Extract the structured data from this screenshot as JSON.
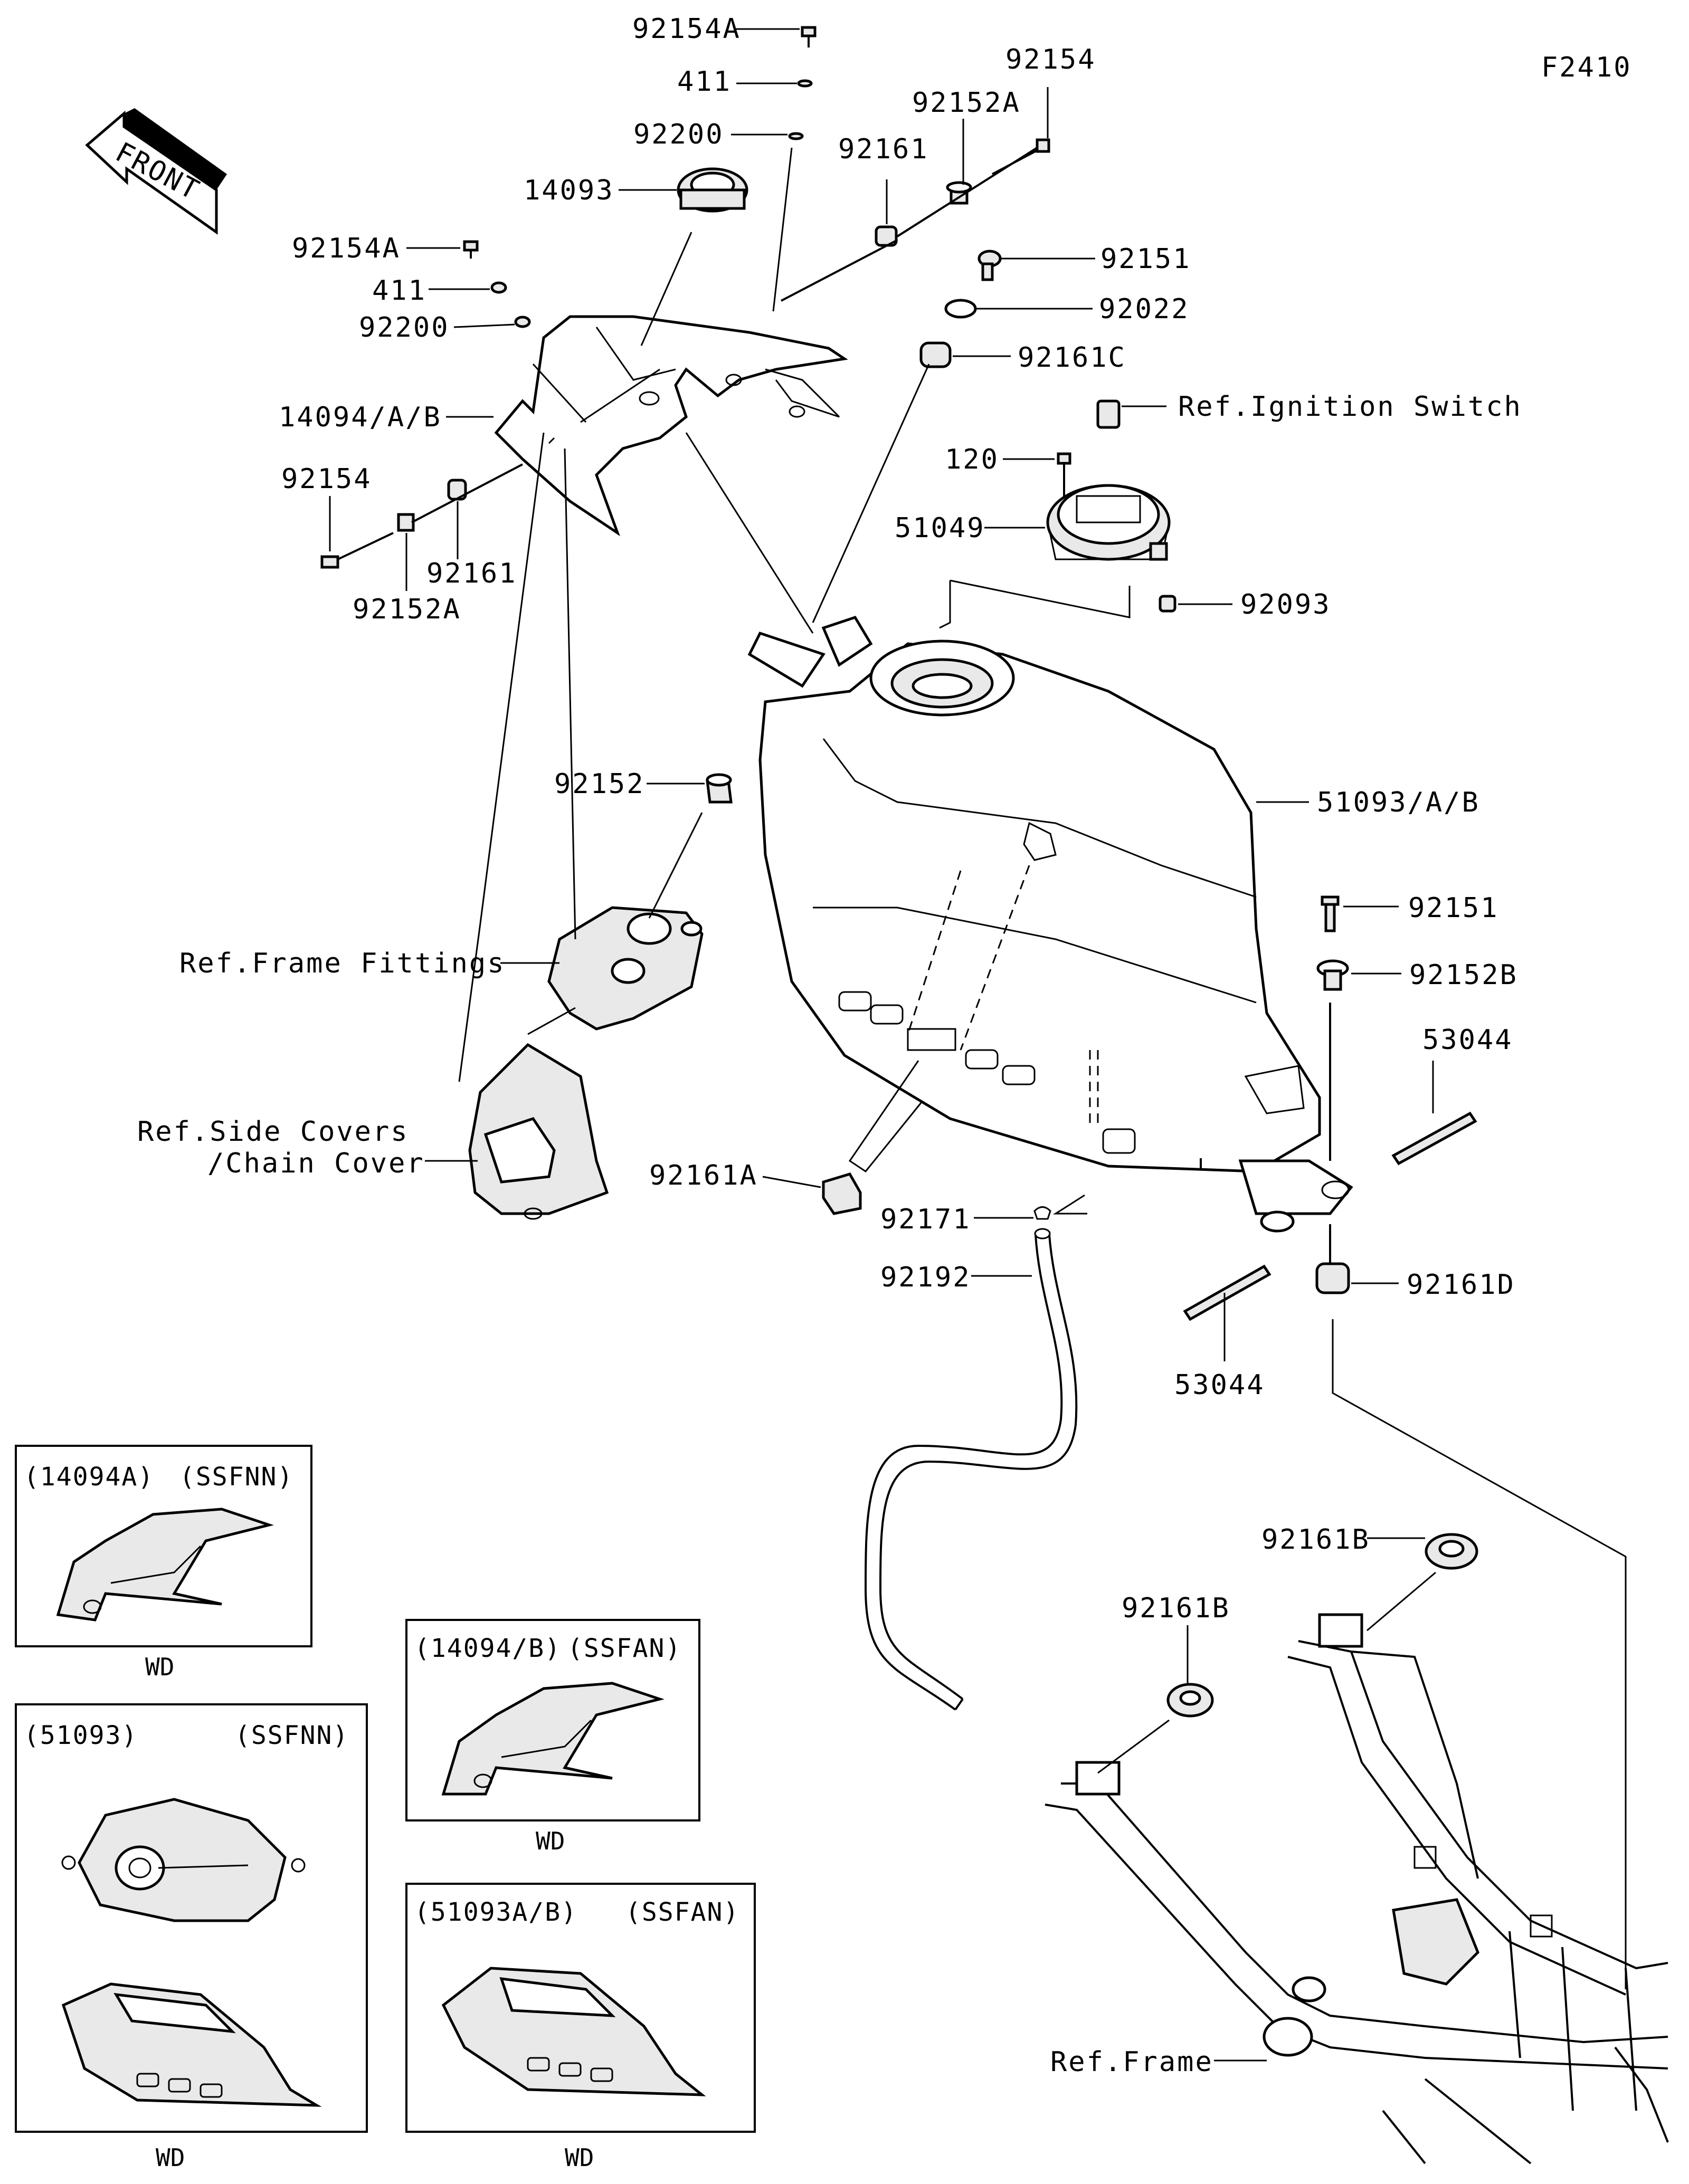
{
  "figure_code": "F2410",
  "front_label": "FRONT",
  "parts": {
    "p92154A_top": "92154A",
    "p411_top": "411",
    "p92200_top": "92200",
    "p14093": "14093",
    "p92154A_left": "92154A",
    "p411_left": "411",
    "p92200_left": "92200",
    "p14094": "14094/A/B",
    "p92154_left": "92154",
    "p92161_left": "92161",
    "p92152A_left": "92152A",
    "p92154_top": "92154",
    "p92152A_top": "92152A",
    "p92161_top": "92161",
    "p92151_top": "92151",
    "p92022": "92022",
    "p92161C": "92161C",
    "ref_ignition": "Ref.Ignition Switch",
    "p120": "120",
    "p51049": "51049",
    "p92093": "92093",
    "p92152": "92152",
    "p51093": "51093/A/B",
    "ref_frame_fittings": "Ref.Frame Fittings",
    "ref_side_covers_1": "Ref.Side Covers",
    "ref_side_covers_2": "/Chain Cover",
    "p92161A": "92161A",
    "p92171": "92171",
    "p92192": "92192",
    "p92151_right": "92151",
    "p92152B": "92152B",
    "p53044_right": "53044",
    "p92161D": "92161D",
    "p53044_low": "53044",
    "p92161B_right": "92161B",
    "p92161B_mid": "92161B",
    "ref_frame": "Ref.Frame"
  },
  "insets": [
    {
      "code": "(14094A)",
      "variant": "(SSFNN)",
      "caption": "WD"
    },
    {
      "code": "(14094/B)",
      "variant": "(SSFAN)",
      "caption": "WD"
    },
    {
      "code": "(51093)",
      "variant": "(SSFNN)",
      "caption": "WD"
    },
    {
      "code": "(51093A/B)",
      "variant": "(SSFAN)",
      "caption": "WD"
    }
  ]
}
